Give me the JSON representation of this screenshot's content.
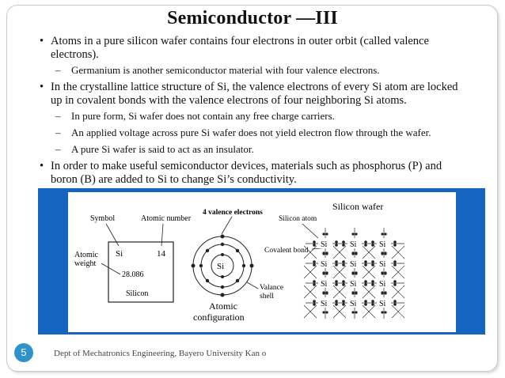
{
  "title": "Semiconductor —III",
  "bullets": [
    {
      "text": "Atoms in a pure silicon wafer contains four electrons in outer orbit (called valence electrons).",
      "sub": [
        "Germanium is another semiconductor material with four valence electrons."
      ]
    },
    {
      "text": "In the crystalline lattice structure of Si, the valence electrons of every Si atom are locked up in covalent bonds with the valence electrons of four neighboring Si atoms.",
      "sub": [
        "In pure form, Si wafer does not contain any free charge carriers.",
        "An applied voltage across pure Si wafer does not yield electron flow through the wafer.",
        "A pure Si wafer is said to act as an insulator."
      ]
    },
    {
      "text": "In order to make useful semiconductor devices, materials such as phosphorus (P) and boron (B) are added to Si to change Si’s conductivity.",
      "sub": []
    }
  ],
  "figure": {
    "element_box": {
      "symbol_label": "Symbol",
      "atomic_number_label": "Atomic number",
      "atomic_weight_label": "Atomic weight",
      "symbol": "Si",
      "number": "14",
      "weight": "28.086",
      "name": "Silicon"
    },
    "atom": {
      "valence_label": "4 valence electrons",
      "nucleus": "Si",
      "shell_label": "Valance shell",
      "caption": "Atomic configuration"
    },
    "lattice": {
      "title": "Silicon wafer",
      "atom_label": "Silicon atom",
      "bond_label": "Covalent bond",
      "atom_symbol": "Si"
    }
  },
  "footer": {
    "slide_number": "5",
    "text": "Dept of Mechatronics Engineering, Bayero University Kan o"
  }
}
